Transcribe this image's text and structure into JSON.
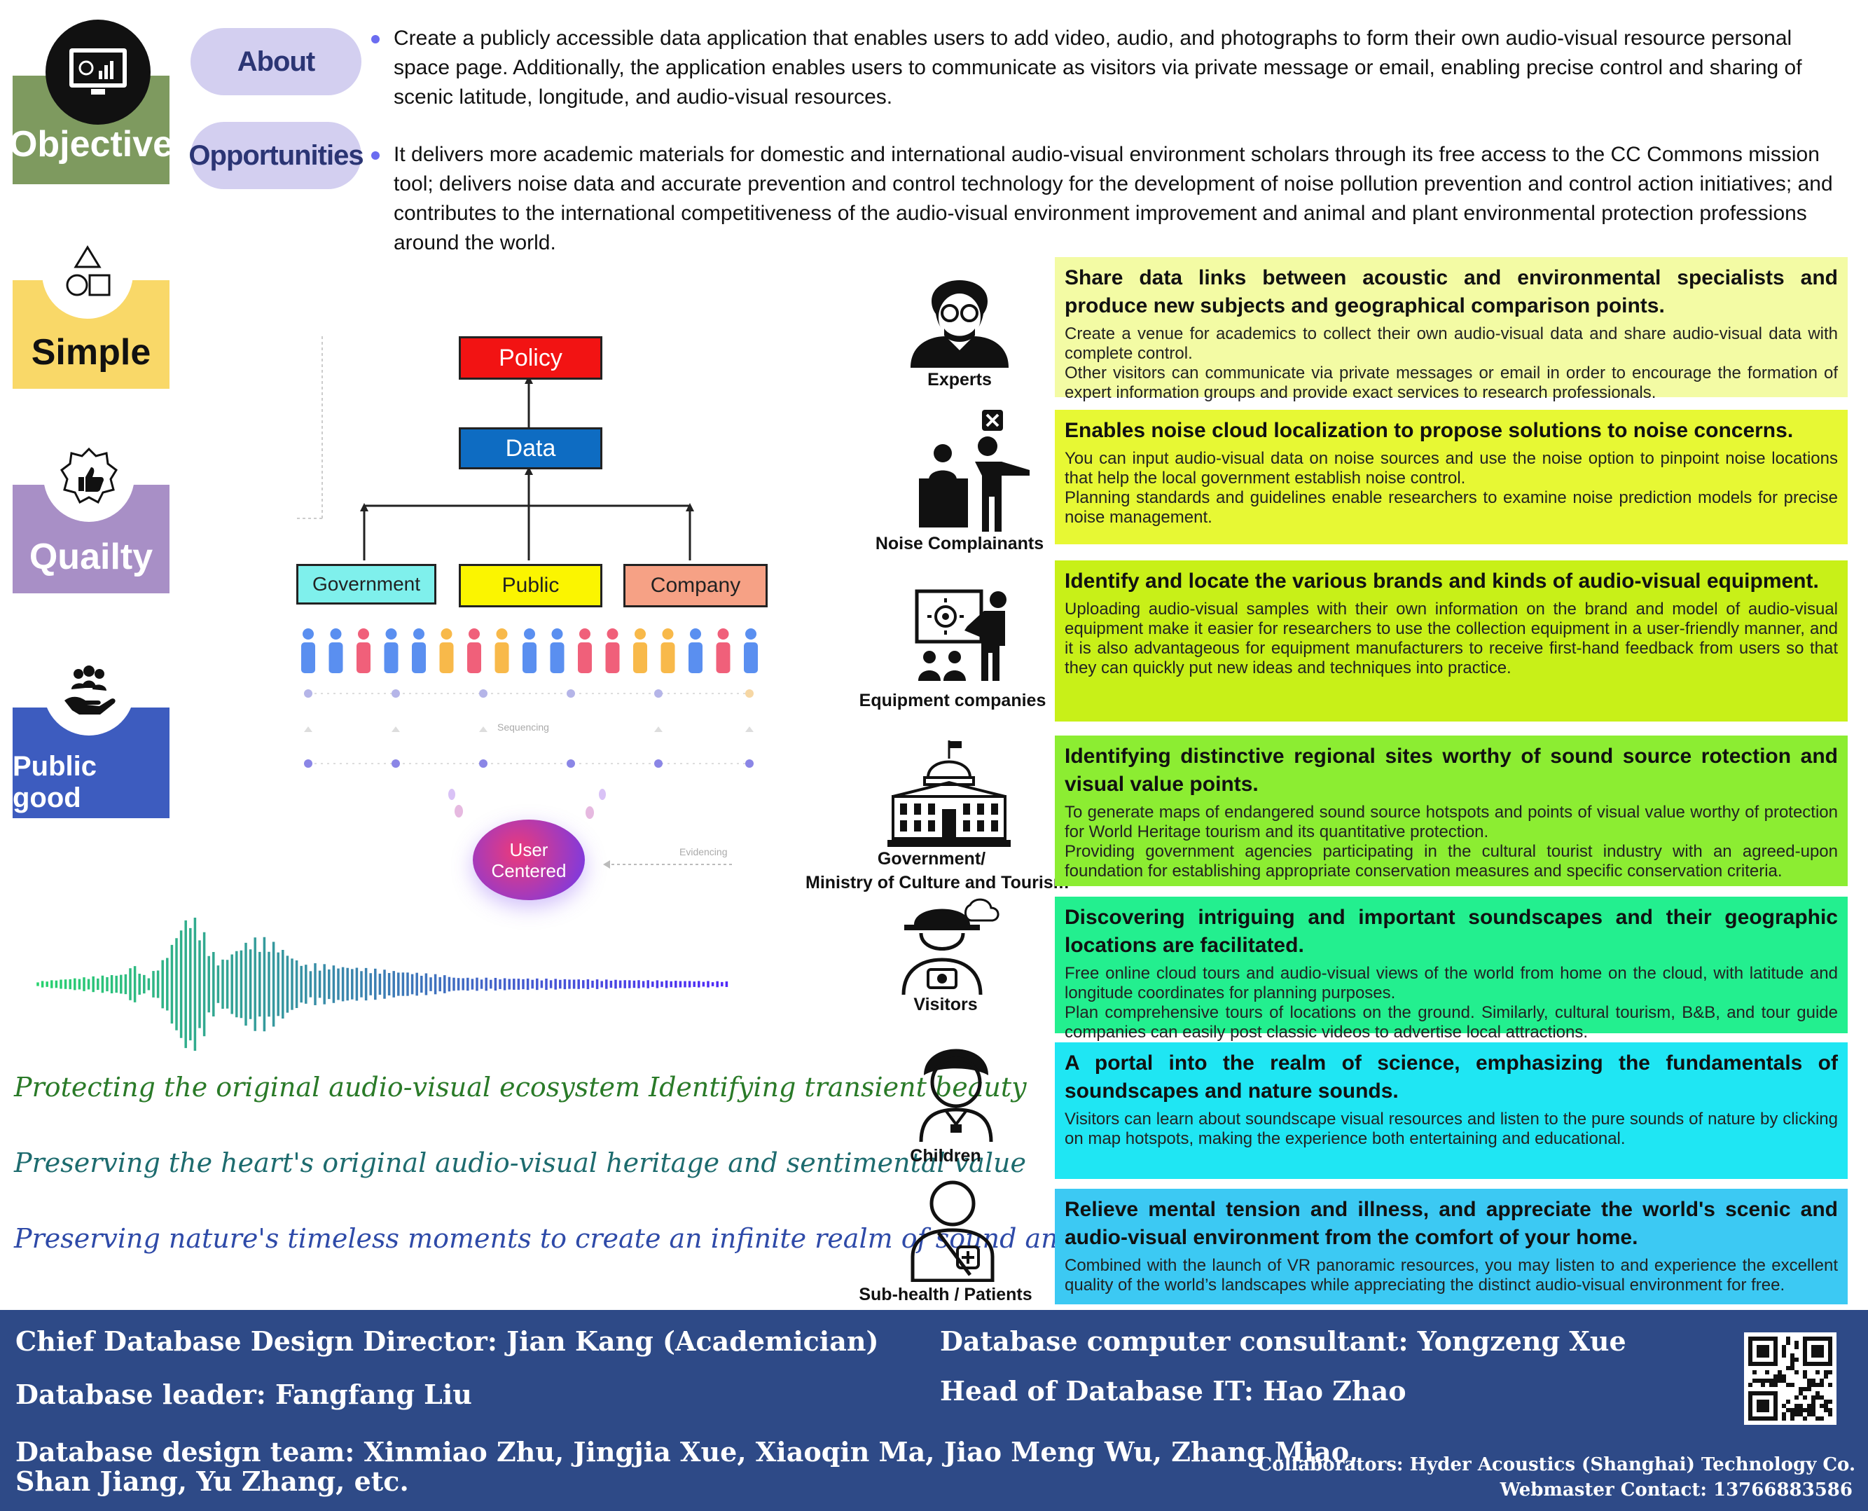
{
  "sidebar": {
    "objective": "Objective",
    "simple": "Simple",
    "quality": "Quailty",
    "public_good": "Public good"
  },
  "pills": {
    "about": "About",
    "opportunities": "Opportunities"
  },
  "about_text": "Create a publicly accessible data application that enables users to add video, audio, and photographs to form their own audio-visual resource personal space page. Additionally, the application enables users to communicate as visitors via private message or email, enabling precise control and sharing of scenic latitude, longitude, and audio-visual resources.",
  "opportunities_text": "It delivers more academic materials for domestic and international audio-visual environment scholars through its free access to the CC Commons mission tool; delivers noise data and accurate prevention and control technology for the development of noise pollution prevention and control action initiatives; and contributes to the international competitiveness of the audio-visual environment improvement and animal and plant environmental protection professions around the world.",
  "diagram": {
    "policy": "Policy",
    "data": "Data",
    "government": "Government",
    "public": "Public",
    "company": "Company",
    "sequencing": "Sequencing",
    "user_centered": "User Centered",
    "evidencing": "Evidencing"
  },
  "quotes": [
    "Protecting the original audio-visual ecosystem Identifying transient beauty",
    "Preserving the heart's original audio-visual heritage and sentimental value",
    "Preserving nature's timeless moments to create an infinite realm of sound and sight"
  ],
  "stakeholders": [
    {
      "label": "Experts",
      "icon": "expert-icon",
      "color": "#f3fba4",
      "title": "Share data links between acoustic and environmental specialists and produce new subjects and geographical comparison points.",
      "body": [
        "Create a venue for academics to collect their own audio-visual data and share audio-visual data with complete control.",
        "Other visitors can communicate via private messages or email in order to encourage the formation of expert information groups and provide exact services to research professionals."
      ]
    },
    {
      "label": "Noise Complainants",
      "icon": "complainant-icon",
      "color": "#e7f834",
      "title": "Enables noise cloud localization to propose solutions to noise concerns.",
      "body": [
        "You can input audio-visual data on noise sources and use the noise option to pinpoint noise locations that help the local government establish noise control.",
        "Planning standards and guidelines enable researchers to examine noise prediction models for precise noise management."
      ]
    },
    {
      "label": "Equipment companies",
      "icon": "equipment-icon",
      "color": "#c8f018",
      "title": "Identify and locate the various brands and kinds of audio-visual equipment.",
      "body": [
        "Uploading audio-visual samples with their own information on the brand and model of audio-visual equipment make it easier for researchers to use the collection equipment in a user-friendly manner, and it is also advantageous for equipment manufacturers to receive first-hand feedback from users so that they can quickly put new ideas and techniques into practice."
      ]
    },
    {
      "label": "Government/ Ministry of Culture and Tourism",
      "icon": "government-building-icon",
      "color": "#8ced32",
      "title": "Identifying distinctive regional sites worthy of sound source rotection and visual value points.",
      "body": [
        "To generate maps of endangered sound source hotspots and points of visual value worthy of protection for World Heritage tourism and its quantitative protection.",
        "Providing government agencies participating in the cultural tourist industry with an agreed-upon foundation for establishing appropriate conservation measures and specific conservation criteria."
      ]
    },
    {
      "label": "Visitors",
      "icon": "visitor-icon",
      "color": "#23ef8f",
      "title": "Discovering intriguing and important soundscapes and their geographic locations are facilitated.",
      "body": [
        "Free online cloud tours and audio-visual views of the world from home on the cloud, with latitude and longitude coordinates for planning purposes.",
        "Plan comprehensive tours of locations on the ground. Similarly, cultural tourism, B&B, and tour guide companies can easily post classic videos to advertise local attractions."
      ]
    },
    {
      "label": "Children",
      "icon": "child-icon",
      "color": "#1fe6f3",
      "title": "A portal into the realm of science, emphasizing the fundamentals of soundscapes and nature sounds.",
      "body": [
        "Visitors can learn about soundscape visual resources and listen to the pure sounds of nature by clicking on map hotspots, making the experience both entertaining and educational."
      ]
    },
    {
      "label": "Sub-health / Patients",
      "icon": "patient-icon",
      "color": "#3cc9f3",
      "title": "Relieve mental tension and illness, and appreciate the world's scenic and audio-visual environment from the comfort of your home.",
      "body": [
        "Combined with the launch of VR panoramic resources, you may listen to and experience the excellent quality of the world’s landscapes while appreciating the distinct audio-visual environment for free."
      ]
    }
  ],
  "footer": {
    "director": "Chief Database Design Director: Jian Kang (Academician)",
    "leader": "Database leader: Fangfang Liu",
    "team_line1": "Database design team: Xinmiao Zhu, Jingjia Xue, Xiaoqin Ma, Jiao Meng Wu, Zhang Miao,",
    "team_line2": "Shan Jiang, Yu Zhang, etc.",
    "consultant": "Database computer consultant: Yongzeng Xue",
    "it_head": "Head of Database IT: Hao Zhao",
    "collaborators": "Collaborators: Hyder Acoustics (Shanghai) Technology Co.",
    "webmaster": "Webmaster Contact: 13766883586"
  },
  "colors": {
    "objective": "#7e9a5f",
    "simple": "#f9d868",
    "quality": "#a88fc6",
    "public_good": "#3d5cbf",
    "footer": "#2e4a87",
    "pill": "#d3cff0"
  }
}
